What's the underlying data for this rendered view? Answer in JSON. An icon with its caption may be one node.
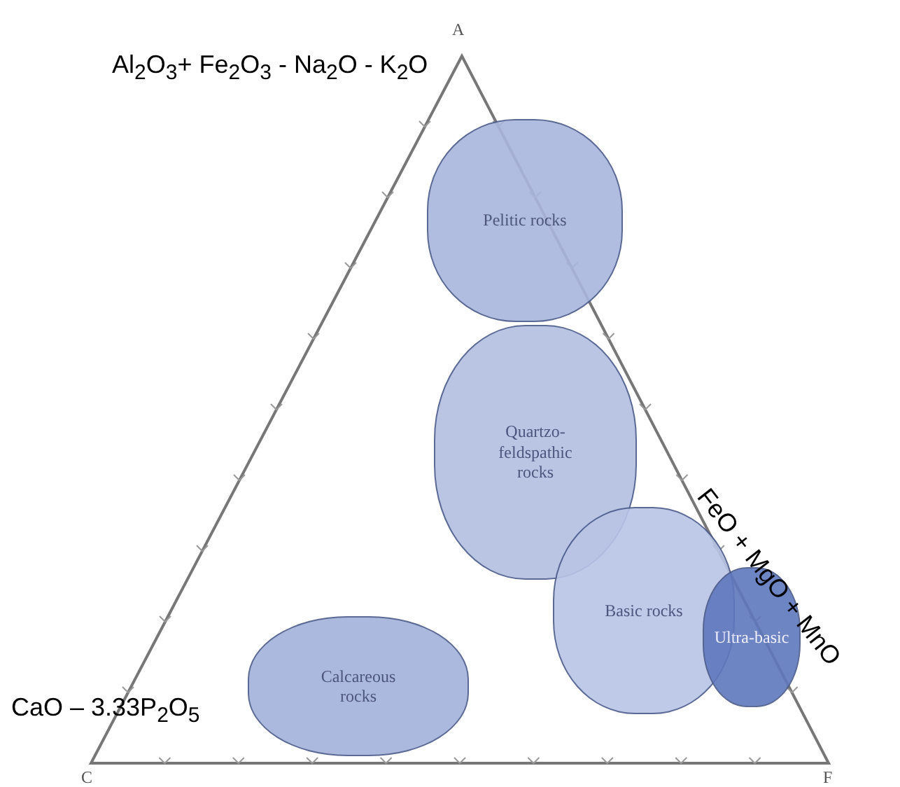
{
  "diagram": {
    "nodes": [
      {
        "text": [
          "Pelitic rocks"
        ]
      },
      {
        "text": [
          "Quartzo-feldspathic rocks"
        ]
      },
      {
        "text": [
          "Basic rocks"
        ]
      },
      {
        "text": [
          "Ultra-basic"
        ]
      },
      {
        "text": [
          "Calcareous rocks"
        ]
      }
    ],
    "edges": [],
    "labels": [
      "A",
      "Al$_{2}$O$_{3}$+ Fe$_{2}$O$_{3}$ - Na$_{2}$O - K$_{2}$O",
      "FeO + MgO + MnO",
      "CaO – 3.33P$_{2}$O$_{5}$",
      "C",
      "F"
    ]
  }
}
